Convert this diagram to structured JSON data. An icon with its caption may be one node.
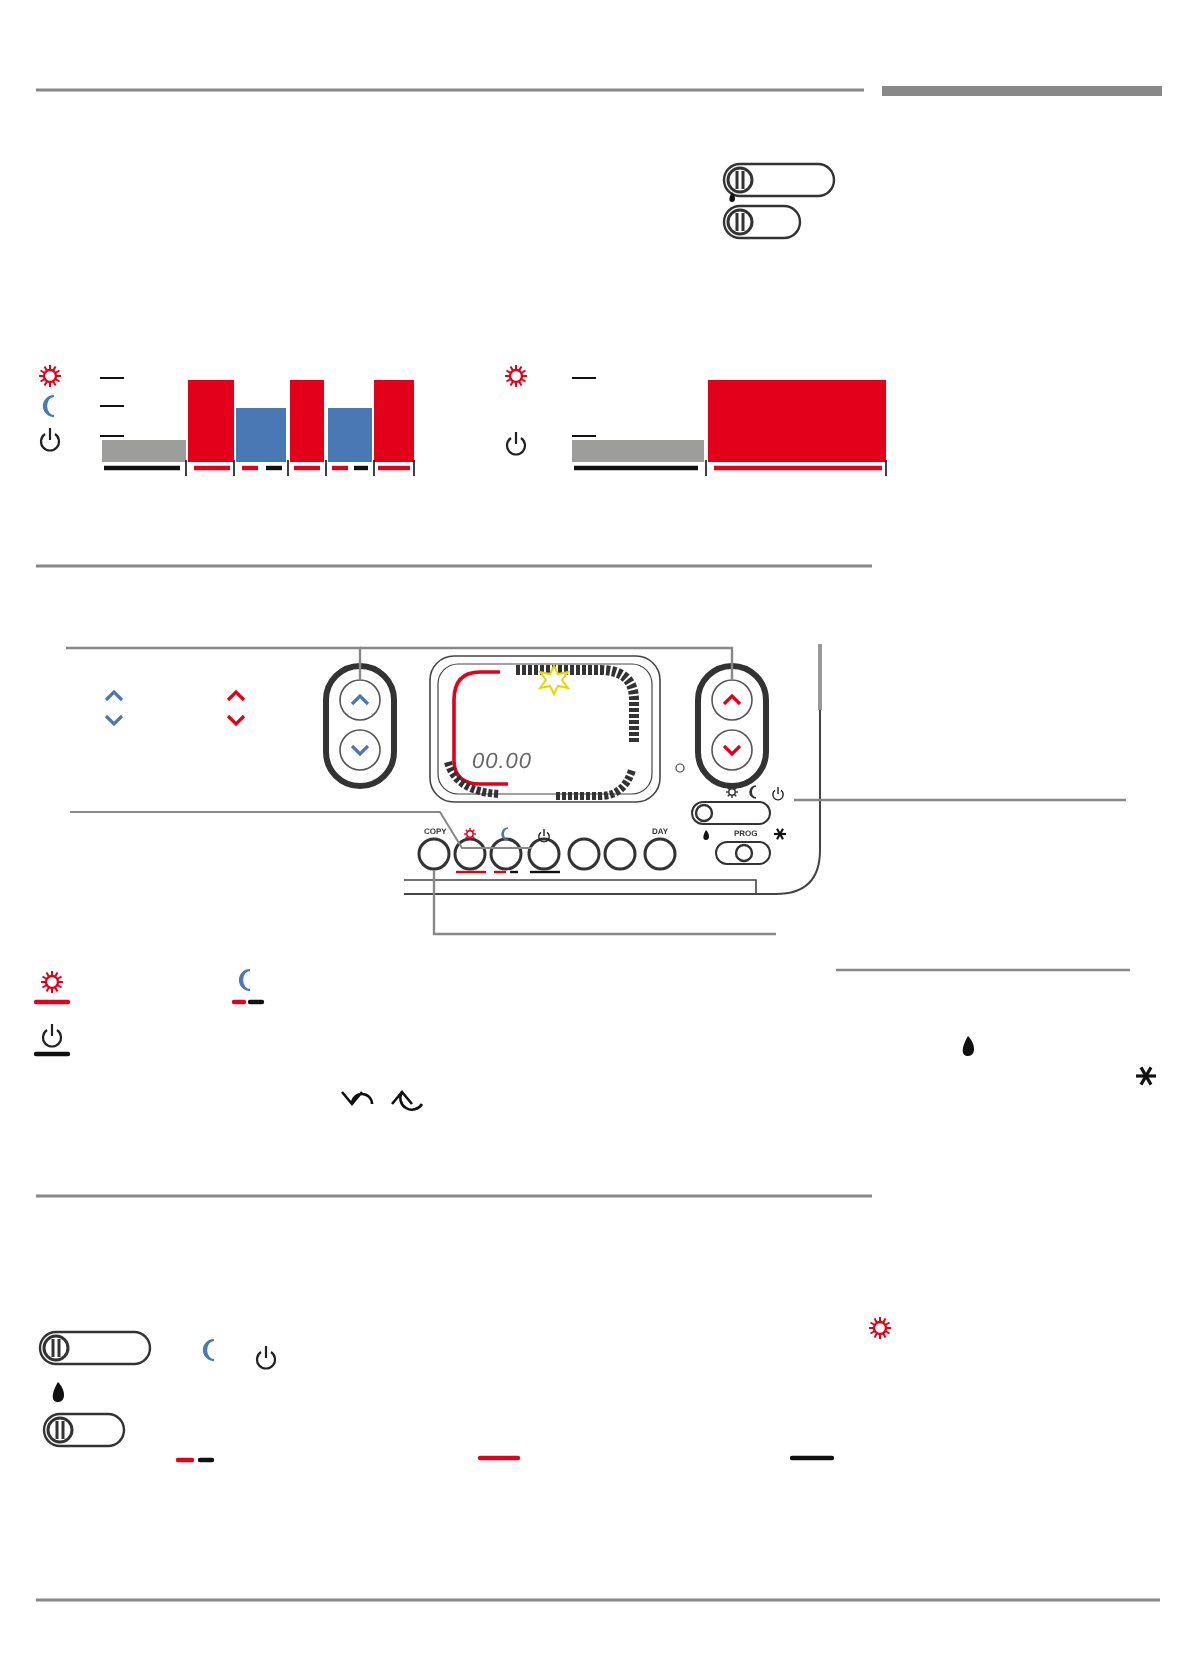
{
  "diagram": {
    "labels": [
      "00.00",
      "COPY",
      "DAY",
      "PROG"
    ]
  }
}
